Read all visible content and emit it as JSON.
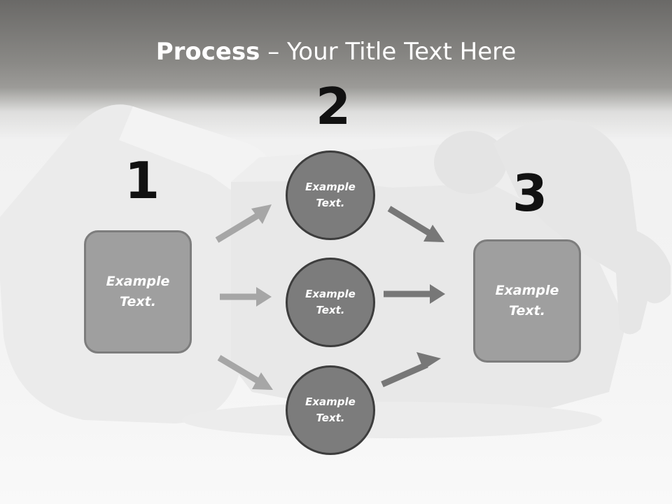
{
  "title": {
    "bold": "Process",
    "rest": " – Your Title Text Here"
  },
  "steps": [
    {
      "number": "1",
      "lines": [
        "Example",
        "Text."
      ]
    },
    {
      "number": "2",
      "circles": [
        {
          "lines": [
            "Example",
            "Text."
          ]
        },
        {
          "lines": [
            "Example",
            "Text."
          ]
        },
        {
          "lines": [
            "Example",
            "Text."
          ]
        }
      ]
    },
    {
      "number": "3",
      "lines": [
        "Example",
        "Text."
      ]
    }
  ],
  "colors": {
    "box_fill": "#9f9f9f",
    "circle_fill": "#7c7c7c",
    "arrow_light": "#a6a6a6",
    "arrow_dark": "#777777"
  }
}
